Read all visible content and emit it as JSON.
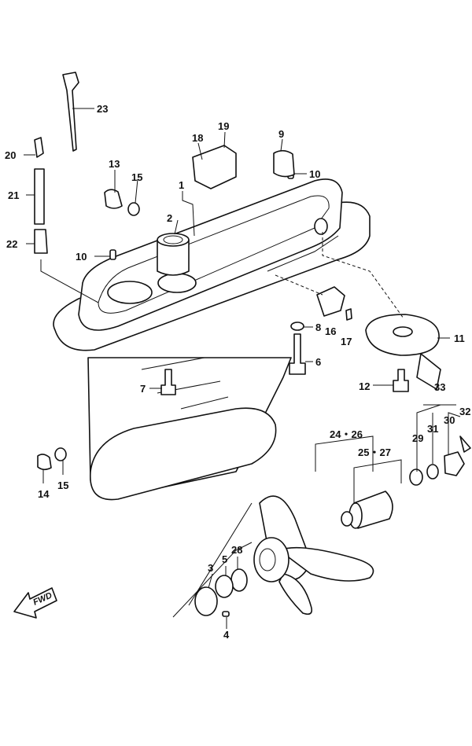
{
  "callouts": [
    {
      "id": "c1",
      "text": "1"
    },
    {
      "id": "c2",
      "text": "2"
    },
    {
      "id": "c3",
      "text": "3"
    },
    {
      "id": "c4",
      "text": "4"
    },
    {
      "id": "c5",
      "text": "5"
    },
    {
      "id": "c6",
      "text": "6"
    },
    {
      "id": "c7",
      "text": "7"
    },
    {
      "id": "c8",
      "text": "8"
    },
    {
      "id": "c9",
      "text": "9"
    },
    {
      "id": "c10a",
      "text": "10"
    },
    {
      "id": "c10b",
      "text": "10"
    },
    {
      "id": "c11",
      "text": "11"
    },
    {
      "id": "c12",
      "text": "12"
    },
    {
      "id": "c13",
      "text": "13"
    },
    {
      "id": "c14",
      "text": "14"
    },
    {
      "id": "c15a",
      "text": "15"
    },
    {
      "id": "c15b",
      "text": "15"
    },
    {
      "id": "c16",
      "text": "16"
    },
    {
      "id": "c17",
      "text": "17"
    },
    {
      "id": "c18",
      "text": "18"
    },
    {
      "id": "c19",
      "text": "19"
    },
    {
      "id": "c20",
      "text": "20"
    },
    {
      "id": "c21",
      "text": "21"
    },
    {
      "id": "c22",
      "text": "22"
    },
    {
      "id": "c23",
      "text": "23"
    },
    {
      "id": "c24_26",
      "text": "24・26"
    },
    {
      "id": "c25_27",
      "text": "25・27"
    },
    {
      "id": "c28",
      "text": "28"
    },
    {
      "id": "c29",
      "text": "29"
    },
    {
      "id": "c30",
      "text": "30"
    },
    {
      "id": "c31",
      "text": "31"
    },
    {
      "id": "c32",
      "text": "32"
    },
    {
      "id": "c33",
      "text": "33"
    }
  ],
  "fwd_label": "FWD"
}
